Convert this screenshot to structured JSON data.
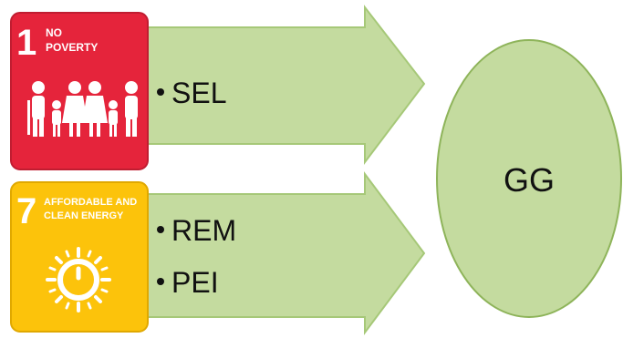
{
  "diagram": {
    "top_row": {
      "sdg_number": "1",
      "sdg_title_line1": "NO",
      "sdg_title_line2": "POVERTY",
      "sdg_color": "#E5243B",
      "arrow_items": [
        "SEL"
      ]
    },
    "bottom_row": {
      "sdg_number": "7",
      "sdg_title_line1": "AFFORDABLE AND",
      "sdg_title_line2": "CLEAN ENERGY",
      "sdg_color": "#FCC30B",
      "arrow_items": [
        "REM",
        "PEI"
      ]
    },
    "target": {
      "label": "GG"
    },
    "colors": {
      "arrow_fill": "#C4DB9F",
      "arrow_stroke": "#A6C878",
      "circle_fill": "#C4DB9F",
      "circle_stroke": "#8EB45A"
    }
  }
}
